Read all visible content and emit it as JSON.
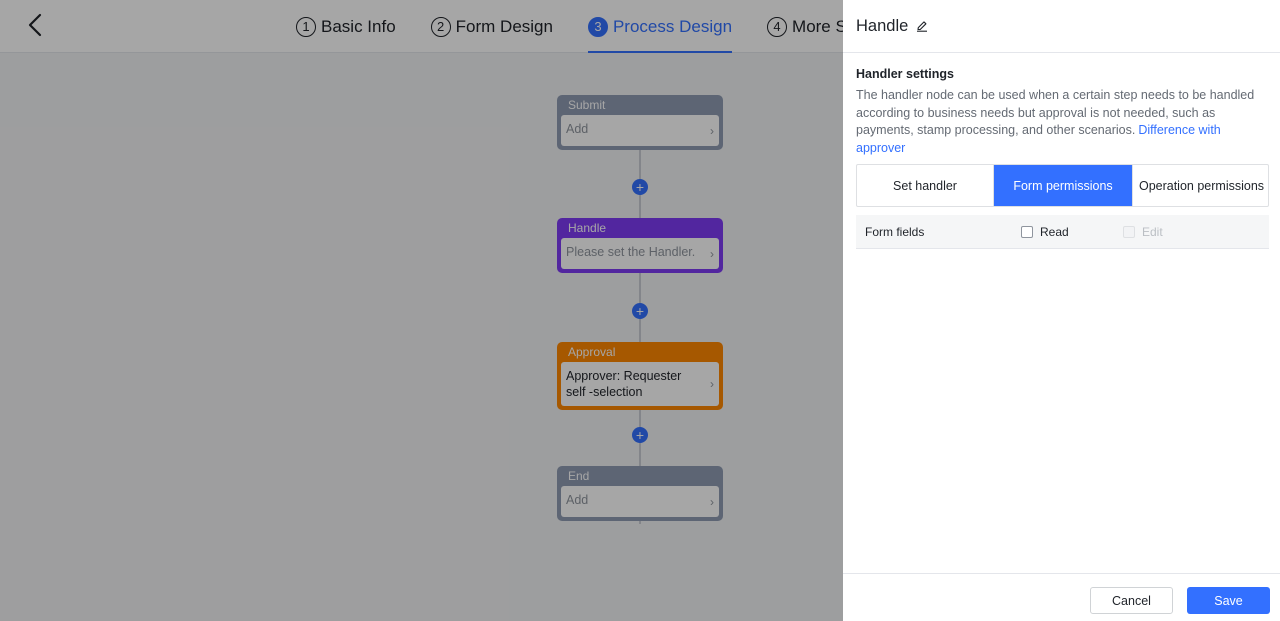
{
  "steps": [
    {
      "num": "1",
      "label": "Basic Info"
    },
    {
      "num": "2",
      "label": "Form Design"
    },
    {
      "num": "3",
      "label": "Process Design"
    },
    {
      "num": "4",
      "label": "More Settin"
    }
  ],
  "flow": {
    "add_symbol": "+",
    "chevron": "›",
    "nodes": [
      {
        "title": "Submit",
        "body": "Add"
      },
      {
        "title": "Handle",
        "body": "Please set the Handler."
      },
      {
        "title": "Approval",
        "body": "Approver: Requester self -selection"
      },
      {
        "title": "End",
        "body": "Add"
      }
    ]
  },
  "drawer": {
    "title": "Handle",
    "section_title": "Handler settings",
    "description": "The handler node can be used when a certain step needs to be handled according to business needs but approval is not needed, such as payments, stamp processing, and other scenarios.",
    "link": "Difference with approver",
    "tabs": [
      "Set handler",
      "Form permissions",
      "Operation permissions"
    ],
    "active_tab": "Form permissions",
    "perm_row": {
      "label": "Form fields",
      "read": "Read",
      "edit": "Edit"
    },
    "cancel": "Cancel",
    "save": "Save"
  },
  "colors": {
    "accent": "#3370ff",
    "submit_node": "#8f9bb3",
    "handle_node": "#7f3bf5",
    "approval_node": "#ff8800"
  }
}
